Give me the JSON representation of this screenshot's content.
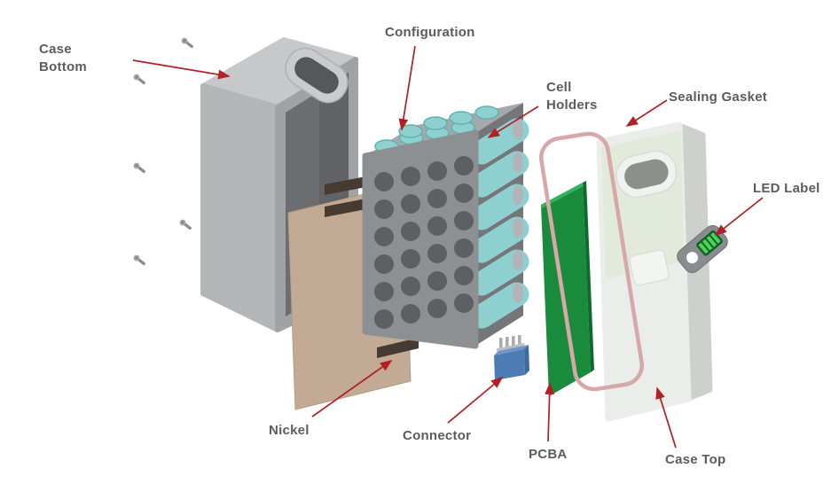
{
  "colors": {
    "background": "#ffffff",
    "label_text": "#5b5c5e",
    "arrow_red": "#b02025",
    "case_bottom_gray": "#b3b5b7",
    "case_interior_gray": "#6b6d70",
    "insulation_tan": "#c3aa95",
    "nickel_dark_brown": "#473a31",
    "cell_teal": "#8ed0cf",
    "holder_gray": "#8d9093",
    "connector_blue": "#4d7cb5",
    "pcba_green": "#1a8a3d",
    "gasket_pink": "#d6a8a8",
    "case_top_white": "#eaedea",
    "led_green": "#4fd455"
  },
  "labels": {
    "case_bottom": "Case\nBottom",
    "configuration": "Configuration",
    "cell_holders": "Cell\nHolders",
    "sealing_gasket": "Sealing Gasket",
    "led_label": "LED Label",
    "nickel": "Nickel",
    "connector": "Connector",
    "pcba": "PCBA",
    "case_top": "Case Top"
  }
}
